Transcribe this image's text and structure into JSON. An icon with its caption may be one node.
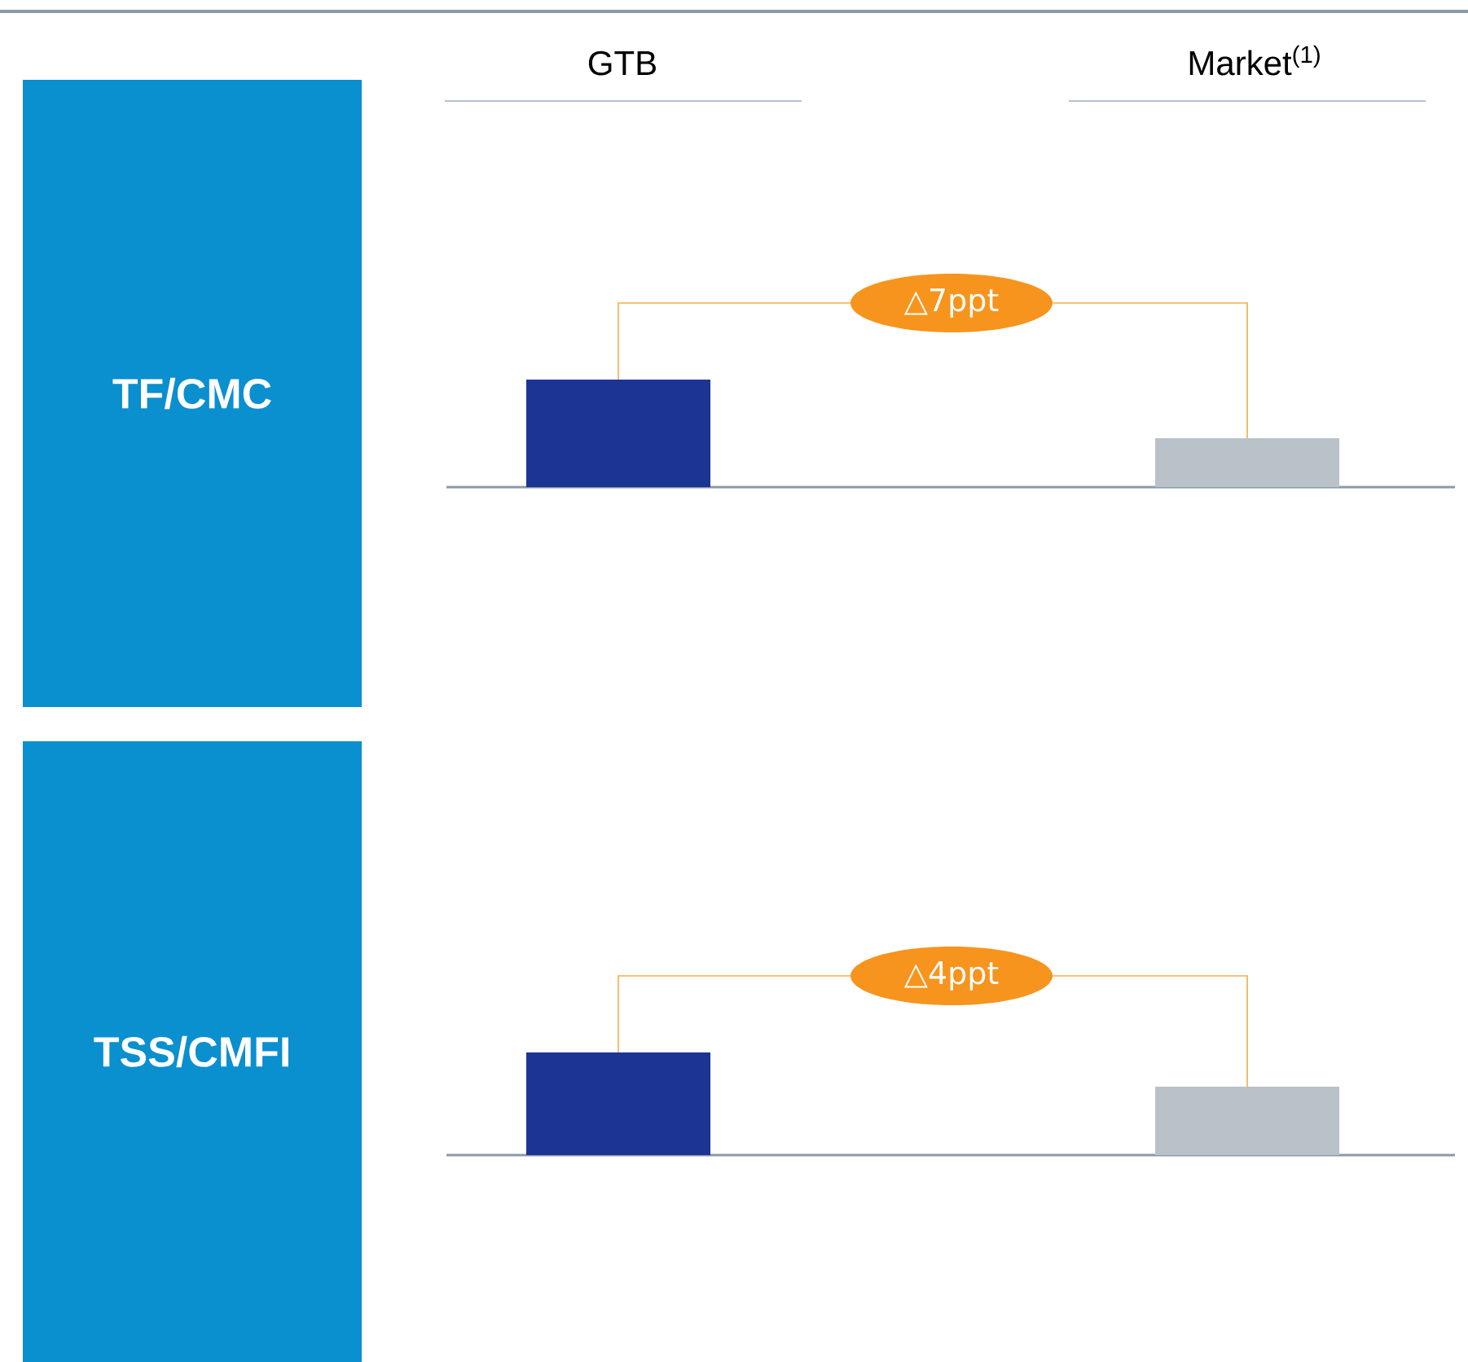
{
  "diagram": {
    "nodes": [
      {
        "text": [
          "TF/CMC"
        ]
      },
      {
        "text": [
          "TSS/CMFI"
        ]
      },
      {
        "text": [],
        "shape": "bar"
      },
      {
        "text": [],
        "shape": "bar"
      },
      {
        "text": [
          "△7ppt"
        ]
      },
      {
        "text": [],
        "shape": "bar"
      },
      {
        "text": [],
        "shape": "bar"
      },
      {
        "text": [
          "△4ppt"
        ]
      }
    ],
    "edges": [
      {
        "from": 4,
        "to": 2,
        "arrow": "none"
      },
      {
        "from": 4,
        "to": 3,
        "arrow": "none"
      },
      {
        "from": 7,
        "to": 5,
        "arrow": "none"
      },
      {
        "from": 7,
        "to": 6,
        "arrow": "none"
      }
    ],
    "labels": [
      "GTB",
      "Market$^{(1)}$"
    ]
  }
}
